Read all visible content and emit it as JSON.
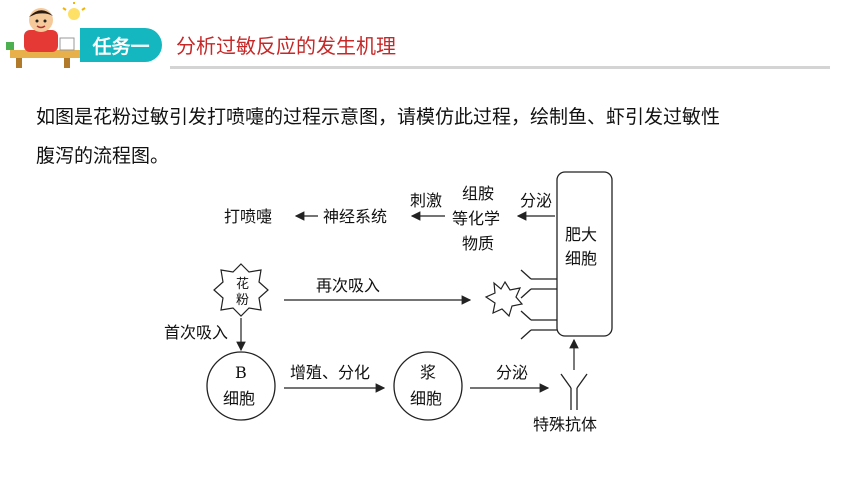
{
  "header": {
    "task_label": "任务一",
    "task_title": "分析过敏反应的发生机理"
  },
  "question": {
    "line1": "如图是花粉过敏引发打喷嚏的过程示意图，请模仿此过程，绘制鱼、虾引发过敏性",
    "line2": "腹泻的流程图。"
  },
  "diagram": {
    "sneeze": "打喷嚏",
    "nerve_system": "神经系统",
    "stimulate": "刺激",
    "histamine_1": "组胺",
    "histamine_2": "等化学",
    "histamine_3": "物质",
    "secrete_top": "分泌",
    "mast_cell_1": "肥大",
    "mast_cell_2": "细胞",
    "pollen_1": "花",
    "pollen_2": "粉",
    "second_inhale": "再次吸入",
    "first_inhale": "首次吸入",
    "b_cell_1": "B",
    "b_cell_2": "细胞",
    "proliferate": "增殖、分化",
    "plasma_1": "浆",
    "plasma_2": "细胞",
    "secrete_bottom": "分泌",
    "antibody": "特殊抗体"
  }
}
